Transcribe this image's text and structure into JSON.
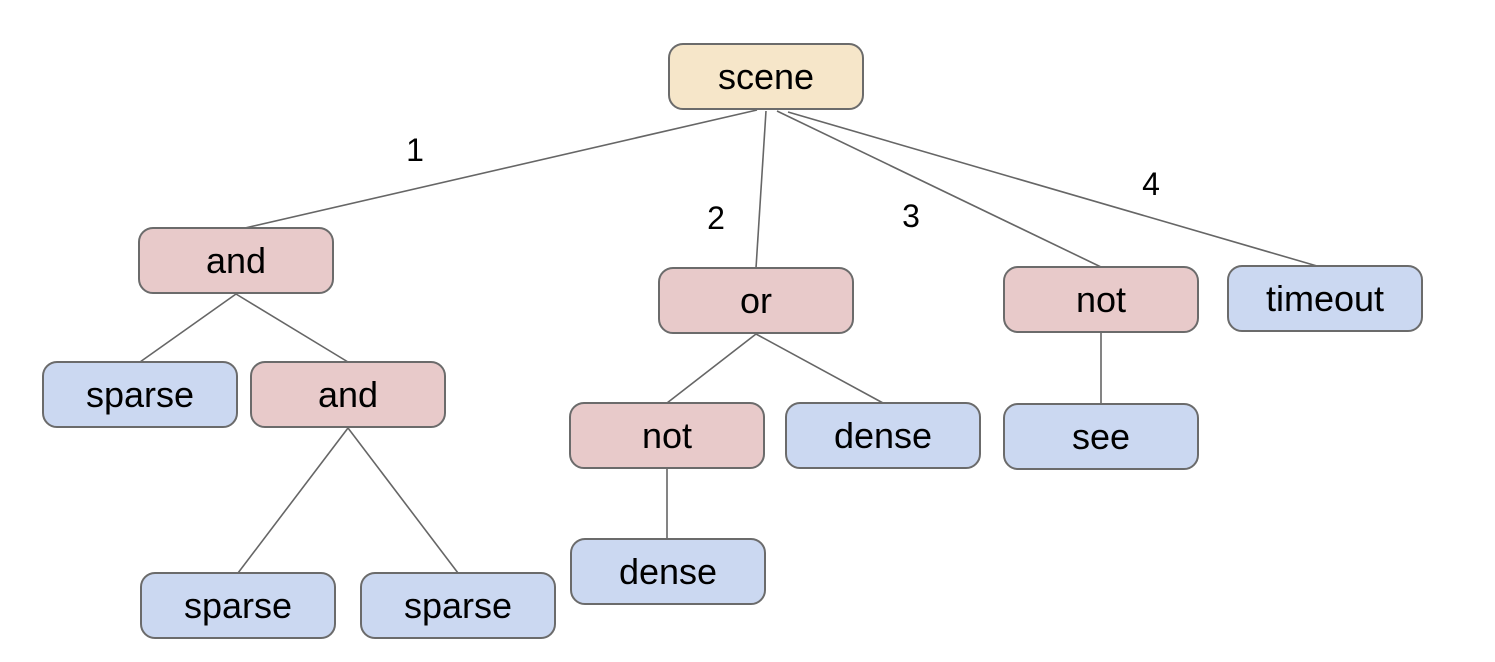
{
  "diagram": {
    "description": "behavior tree for scene",
    "colors": {
      "background": "#ffffff",
      "root_fill": "#f6e6c9",
      "operator_fill": "#e8caca",
      "leaf_fill": "#cbd8f1",
      "node_border": "#6b6b6b",
      "edge_line": "#666666",
      "text": "#000000"
    },
    "nodes": [
      {
        "id": "scene",
        "label": "scene",
        "type": "root"
      },
      {
        "id": "and-1",
        "label": "and",
        "type": "operator"
      },
      {
        "id": "or-1",
        "label": "or",
        "type": "operator"
      },
      {
        "id": "not-1",
        "label": "not",
        "type": "operator"
      },
      {
        "id": "timeout-1",
        "label": "timeout",
        "type": "leaf"
      },
      {
        "id": "sparse-1",
        "label": "sparse",
        "type": "leaf"
      },
      {
        "id": "and-2",
        "label": "and",
        "type": "operator"
      },
      {
        "id": "not-2",
        "label": "not",
        "type": "operator"
      },
      {
        "id": "dense-1",
        "label": "dense",
        "type": "leaf"
      },
      {
        "id": "see-1",
        "label": "see",
        "type": "leaf"
      },
      {
        "id": "sparse-2",
        "label": "sparse",
        "type": "leaf"
      },
      {
        "id": "sparse-3",
        "label": "sparse",
        "type": "leaf"
      },
      {
        "id": "dense-2",
        "label": "dense",
        "type": "leaf"
      }
    ],
    "edges": [
      {
        "from": "scene",
        "to": "and-1",
        "label": "1"
      },
      {
        "from": "scene",
        "to": "or-1",
        "label": "2"
      },
      {
        "from": "scene",
        "to": "not-1",
        "label": "3"
      },
      {
        "from": "scene",
        "to": "timeout-1",
        "label": "4"
      },
      {
        "from": "and-1",
        "to": "sparse-1",
        "label": ""
      },
      {
        "from": "and-1",
        "to": "and-2",
        "label": ""
      },
      {
        "from": "or-1",
        "to": "not-2",
        "label": ""
      },
      {
        "from": "or-1",
        "to": "dense-1",
        "label": ""
      },
      {
        "from": "not-1",
        "to": "see-1",
        "label": ""
      },
      {
        "from": "and-2",
        "to": "sparse-2",
        "label": ""
      },
      {
        "from": "and-2",
        "to": "sparse-3",
        "label": ""
      },
      {
        "from": "not-2",
        "to": "dense-2",
        "label": ""
      }
    ]
  }
}
